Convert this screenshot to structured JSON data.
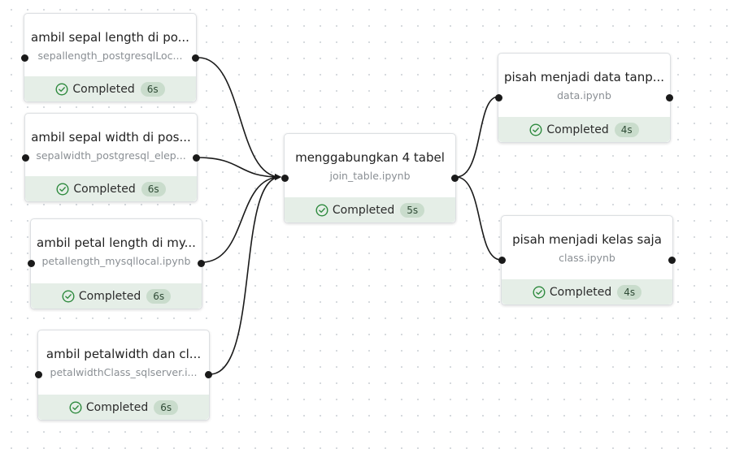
{
  "nodes": [
    {
      "id": "n1",
      "title": "ambil sepal length di po...",
      "file": "sepallength_postgresqlLoc...",
      "status": "Completed",
      "time": "6s"
    },
    {
      "id": "n2",
      "title": "ambil sepal width di pos...",
      "file": "sepalwidth_postgresql_elep...",
      "status": "Completed",
      "time": "6s"
    },
    {
      "id": "n3",
      "title": "ambil petal length di my...",
      "file": "petallength_mysqllocal.ipynb",
      "status": "Completed",
      "time": "6s"
    },
    {
      "id": "n4",
      "title": "ambil petalwidth dan cl...",
      "file": "petalwidthClass_sqlserver.i...",
      "status": "Completed",
      "time": "6s"
    },
    {
      "id": "n5",
      "title": "menggabungkan 4 tabel",
      "file": "join_table.ipynb",
      "status": "Completed",
      "time": "5s"
    },
    {
      "id": "n6",
      "title": "pisah menjadi data tanp...",
      "file": "data.ipynb",
      "status": "Completed",
      "time": "4s"
    },
    {
      "id": "n7",
      "title": "pisah menjadi kelas saja",
      "file": "class.ipynb",
      "status": "Completed",
      "time": "4s"
    }
  ],
  "colors": {
    "status_bg": "#e5eee7",
    "status_icon": "#2e8a3e",
    "badge_bg": "#c9dccc",
    "edge": "#1a1a1a"
  },
  "icons": {
    "status": "check-circle-icon",
    "port": "connection-port-icon"
  }
}
